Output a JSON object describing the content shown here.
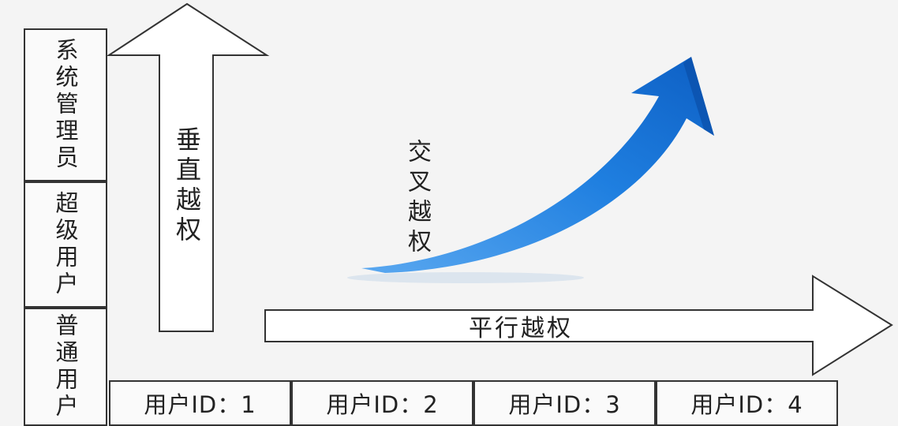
{
  "levels": {
    "admin": "系统管理员",
    "super_user": "超级用户",
    "normal_user": "普通用户"
  },
  "arrows": {
    "vertical": "垂直越权",
    "cross": "交叉越权",
    "horizontal": "平行越权"
  },
  "user_ids": [
    "用户ID：1",
    "用户ID：2",
    "用户ID：3",
    "用户ID：4"
  ],
  "colors": {
    "line": "#333333",
    "cross_arrow": "#1a78d8",
    "background": "#f4f4f4"
  }
}
